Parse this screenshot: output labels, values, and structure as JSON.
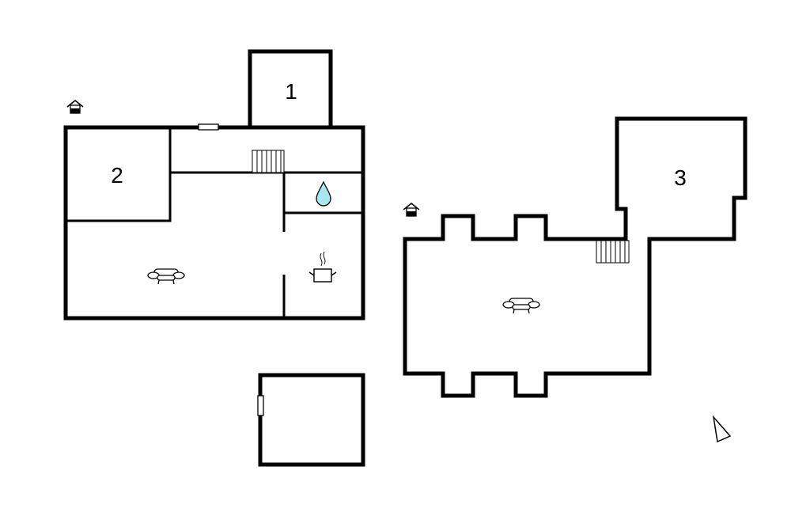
{
  "plan": {
    "room_labels": [
      "1",
      "2",
      "3"
    ],
    "icons": [
      "house-entrance-icon",
      "stairs-icon",
      "water-drop-icon",
      "cooking-pot-icon",
      "sofa-icon",
      "compass-north-icon",
      "window-icon"
    ],
    "colors": {
      "wall": "#000000",
      "water": "#a8e6f0",
      "background": "#ffffff"
    }
  }
}
